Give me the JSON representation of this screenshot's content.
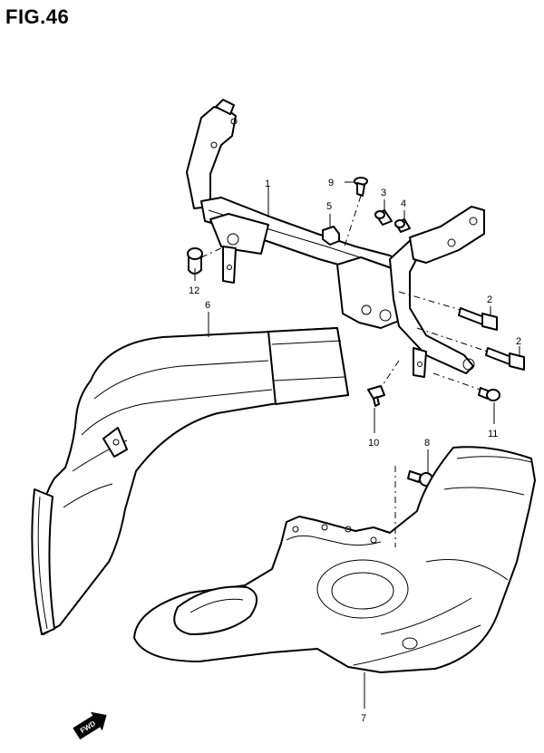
{
  "figure": {
    "title": "FIG.46"
  },
  "callouts": {
    "c1": "1",
    "c2a": "2",
    "c2b": "2",
    "c3": "3",
    "c4": "4",
    "c5": "5",
    "c6": "6",
    "c7": "7",
    "c8": "8",
    "c9": "9",
    "c10": "10",
    "c11": "11",
    "c12": "12"
  },
  "forward_arrow": {
    "label": "FWD"
  }
}
